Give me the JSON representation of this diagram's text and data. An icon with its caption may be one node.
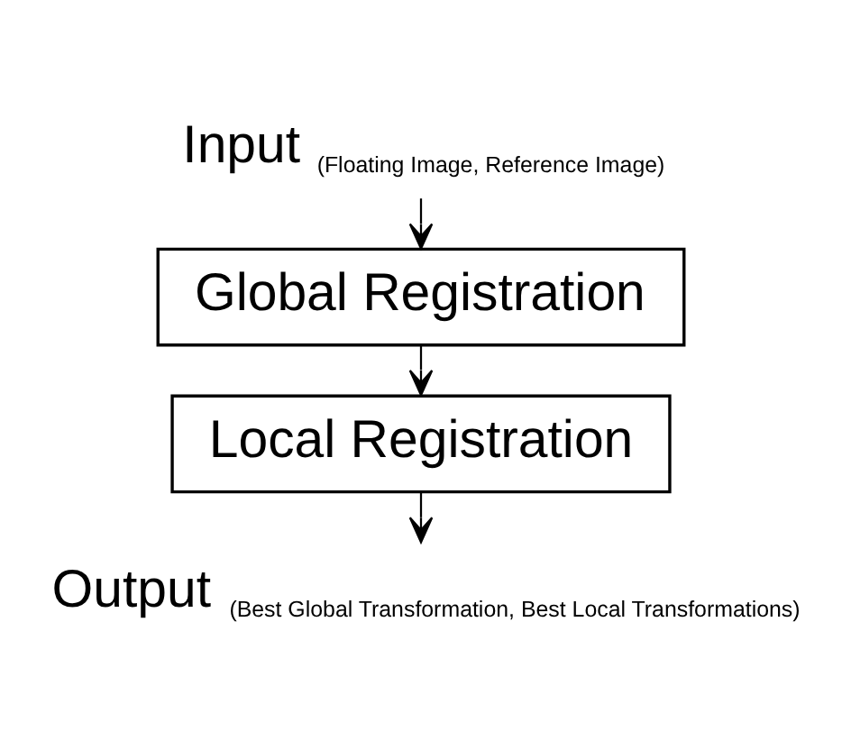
{
  "diagram": {
    "nodes": [
      {
        "text": [
          "Input"
        ],
        "beside": [
          "(Floating Image, Reference Image)"
        ]
      },
      {
        "text": [
          "Global Registration"
        ]
      },
      {
        "text": [
          "Local Registration"
        ]
      },
      {
        "text": [
          "Output"
        ],
        "beside": [
          "(Best Global Transformation, Best Local Transformations)"
        ]
      }
    ],
    "edges": [
      {
        "from": 0,
        "to": 1,
        "arrow": "to"
      },
      {
        "from": 1,
        "to": 2,
        "arrow": "to"
      },
      {
        "from": 2,
        "to": 3,
        "arrow": "to"
      }
    ]
  }
}
